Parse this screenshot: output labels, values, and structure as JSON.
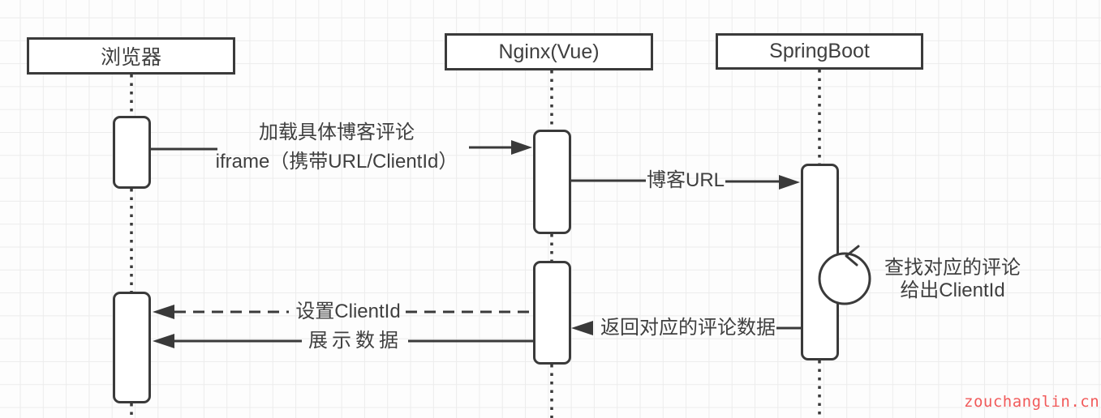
{
  "canvas": {
    "background": "#fdfdfd",
    "grid_color": "#ececec",
    "stroke_color": "#3a3a3a",
    "text_color": "#3f3f3f"
  },
  "participants": [
    {
      "label": "浏览器"
    },
    {
      "label": "Nginx(Vue)"
    },
    {
      "label": "SpringBoot"
    }
  ],
  "messages": [
    {
      "from": "浏览器",
      "to": "Nginx(Vue)",
      "style": "solid-arrow",
      "label_line1": "加载具体博客评论",
      "label_line2": "iframe（携带URL/ClientId）"
    },
    {
      "from": "Nginx(Vue)",
      "to": "SpringBoot",
      "style": "solid-arrow",
      "label": "博客URL"
    },
    {
      "from": "SpringBoot",
      "to": "SpringBoot",
      "style": "self-loop",
      "label_line1": "查找对应的评论",
      "label_line2": "给出ClientId"
    },
    {
      "from": "Nginx(Vue)",
      "to": "浏览器",
      "style": "dashed-arrow",
      "label": "设置ClientId"
    },
    {
      "from": "SpringBoot",
      "to": "Nginx(Vue)",
      "style": "solid-arrow",
      "label": "返回对应的评论数据"
    },
    {
      "from": "Nginx(Vue)",
      "to": "浏览器",
      "style": "solid-arrow",
      "label": "展示数据"
    }
  ],
  "watermark": {
    "text": "zouchanglin.cn",
    "color": "#f15a5a"
  }
}
